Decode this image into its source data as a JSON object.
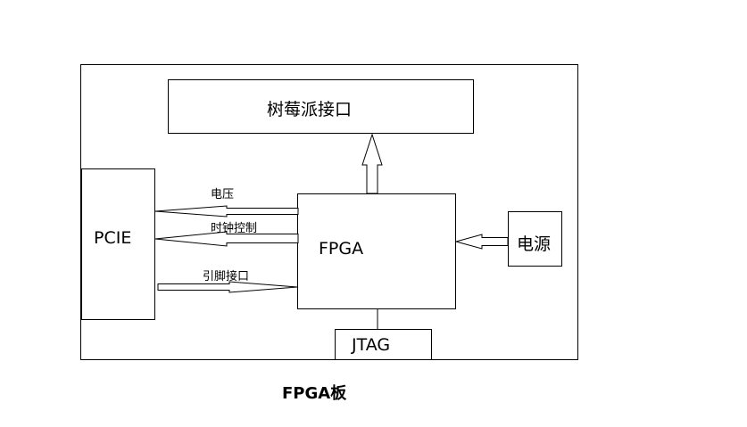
{
  "diagram": {
    "board_caption": "FPGA板",
    "blocks": {
      "raspberry_interface": "树莓派接口",
      "pcie": "PCIE",
      "fpga": "FPGA",
      "power": "电源",
      "jtag": "JTAG"
    },
    "connections": {
      "voltage": "电压",
      "clock_control": "时钟控制",
      "pin_interface": "引脚接口"
    }
  }
}
